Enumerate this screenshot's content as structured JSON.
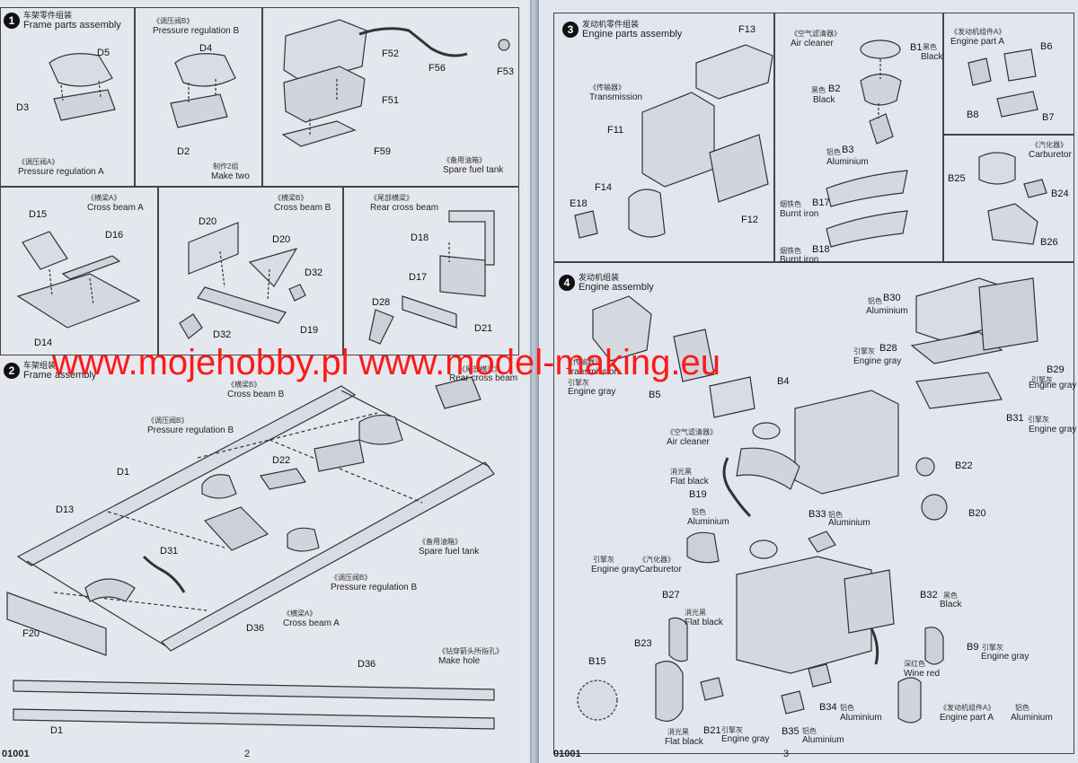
{
  "watermark": "www.mojehobby.pl www.model-making.eu",
  "left": {
    "page_number": "2",
    "code": "01001",
    "step1": {
      "number": "1",
      "title_cn": "车架零件组装",
      "title_en": "Frame parts assembly",
      "panels": {
        "reg_a": {
          "cn": "《调压阀A》",
          "en": "Pressure regulation A",
          "parts": [
            "D5",
            "D3"
          ]
        },
        "reg_b": {
          "cn": "《调压阀B》",
          "en": "Pressure regulation B",
          "parts": [
            "D4",
            "D2"
          ],
          "note_cn": "制作2组",
          "note_en": "Make two"
        },
        "tank": {
          "cn": "《备用油箱》",
          "en": "Spare fuel tank",
          "parts": [
            "F52",
            "F56",
            "F53",
            "F51",
            "F59"
          ]
        },
        "beam_a": {
          "cn": "《横梁A》",
          "en": "Cross beam A",
          "parts": [
            "D15",
            "D16",
            "D14"
          ]
        },
        "beam_b": {
          "cn": "《横梁B》",
          "en": "Cross beam B",
          "parts": [
            "D20",
            "D20",
            "D32",
            "D19",
            "D32"
          ]
        },
        "rear_beam": {
          "cn": "《尾部横梁》",
          "en": "Rear cross beam",
          "parts": [
            "D18",
            "D17",
            "D28",
            "D21"
          ]
        }
      }
    },
    "step2": {
      "number": "2",
      "title_cn": "车架组装",
      "title_en": "Frame assembly",
      "labels": {
        "beam_b": {
          "cn": "《横梁B》",
          "en": "Cross beam B"
        },
        "reg_b1": {
          "cn": "《调压阀B》",
          "en": "Pressure regulation B"
        },
        "rear": {
          "cn": "《尾部横梁》",
          "en": "Rear cross beam"
        },
        "tank": {
          "cn": "《备用油箱》",
          "en": "Spare fuel tank"
        },
        "reg_b2": {
          "cn": "《调压阀B》",
          "en": "Pressure regulation B"
        },
        "beam_a": {
          "cn": "《横梁A》",
          "en": "Cross beam A"
        },
        "hole": {
          "cn": "《钻穿箭头所指孔》",
          "en": "Make hole"
        }
      },
      "parts": [
        "D1",
        "D13",
        "D22",
        "D31",
        "D36",
        "F20",
        "D36",
        "D1"
      ]
    }
  },
  "right": {
    "page_number": "3",
    "code": "01001",
    "step3": {
      "number": "3",
      "title_cn": "发动机零件组装",
      "title_en": "Engine parts assembly",
      "transmission": {
        "cn": "《传输器》",
        "en": "Transmission",
        "parts": [
          "F13",
          "F11",
          "F14",
          "E18",
          "F12"
        ]
      },
      "air_cleaner": {
        "cn": "《空气滤清器》",
        "en": "Air cleaner",
        "parts": [
          {
            "id": "B1",
            "cn": "黑色",
            "en": "Black"
          },
          {
            "id": "B2",
            "cn": "黑色",
            "en": "Black"
          },
          {
            "id": "B3",
            "cn": "铝色",
            "en": "Aluminium"
          },
          {
            "id": "B17",
            "cn": "烟铁色",
            "en": "Burnt iron"
          },
          {
            "id": "B18",
            "cn": "烟铁色",
            "en": "Burnt iron"
          }
        ]
      },
      "engine_a": {
        "cn": "《发动机组件A》",
        "en": "Engine part A",
        "parts": [
          "B6",
          "B8",
          "B7"
        ]
      },
      "carburetor": {
        "cn": "《汽化器》",
        "en": "Carburetor",
        "parts": [
          "B25",
          "B24",
          "B26"
        ]
      }
    },
    "step4": {
      "number": "4",
      "title_cn": "发动机组装",
      "title_en": "Engine assembly",
      "callouts": [
        {
          "id": "B30",
          "cn": "铝色",
          "en": "Aluminium"
        },
        {
          "id": "B28",
          "cn": "引擎灰",
          "en": "Engine gray"
        },
        {
          "id": "B29",
          "cn": "引擎灰",
          "en": "Engine gray"
        },
        {
          "id": "B31",
          "cn": "引擎灰",
          "en": "Engine gray"
        },
        {
          "id": "B22",
          "cn": "",
          "en": ""
        },
        {
          "id": "B20",
          "cn": "",
          "en": ""
        },
        {
          "id": "B5",
          "cn": "",
          "en": ""
        },
        {
          "id": "B4",
          "cn": "",
          "en": ""
        },
        {
          "id": "B19",
          "cn": "铝色",
          "en": "Aluminium"
        },
        {
          "id": "B33",
          "cn": "铝色",
          "en": "Aluminium"
        },
        {
          "id": "B27",
          "cn": "消光黑",
          "en": "Flat black"
        },
        {
          "id": "B32",
          "cn": "黑色",
          "en": "Black"
        },
        {
          "id": "B23",
          "cn": "",
          "en": ""
        },
        {
          "id": "B9",
          "cn": "引擎灰",
          "en": "Engine gray"
        },
        {
          "id": "B15",
          "cn": "",
          "en": ""
        },
        {
          "id": "B34",
          "cn": "铝色",
          "en": "Aluminium"
        },
        {
          "id": "B21",
          "cn": "引擎灰",
          "en": "Engine gray"
        },
        {
          "id": "B35",
          "cn": "铝色",
          "en": "Aluminium"
        }
      ],
      "labels": {
        "trans": {
          "cn": "《传输器》",
          "en": "Transmission",
          "sub_cn": "引擎灰",
          "sub_en": "Engine gray"
        },
        "air": {
          "cn": "《空气滤清器》",
          "en": "Air cleaner"
        },
        "flat_black_1": {
          "cn": "消光黑",
          "en": "Flat black"
        },
        "carb": {
          "cn": "《汽化器》",
          "en": "Carburetor",
          "sub_cn": "引擎灰",
          "sub_en": "Engine gray"
        },
        "wine": {
          "cn": "深红色",
          "en": "Wine red"
        },
        "engine_a": {
          "cn": "《发动机组件A》",
          "en": "Engine part A",
          "sub_cn": "铝色",
          "sub_en": "Aluminium"
        },
        "flat_black_2": {
          "cn": "消光黑",
          "en": "Flat black"
        }
      }
    }
  }
}
